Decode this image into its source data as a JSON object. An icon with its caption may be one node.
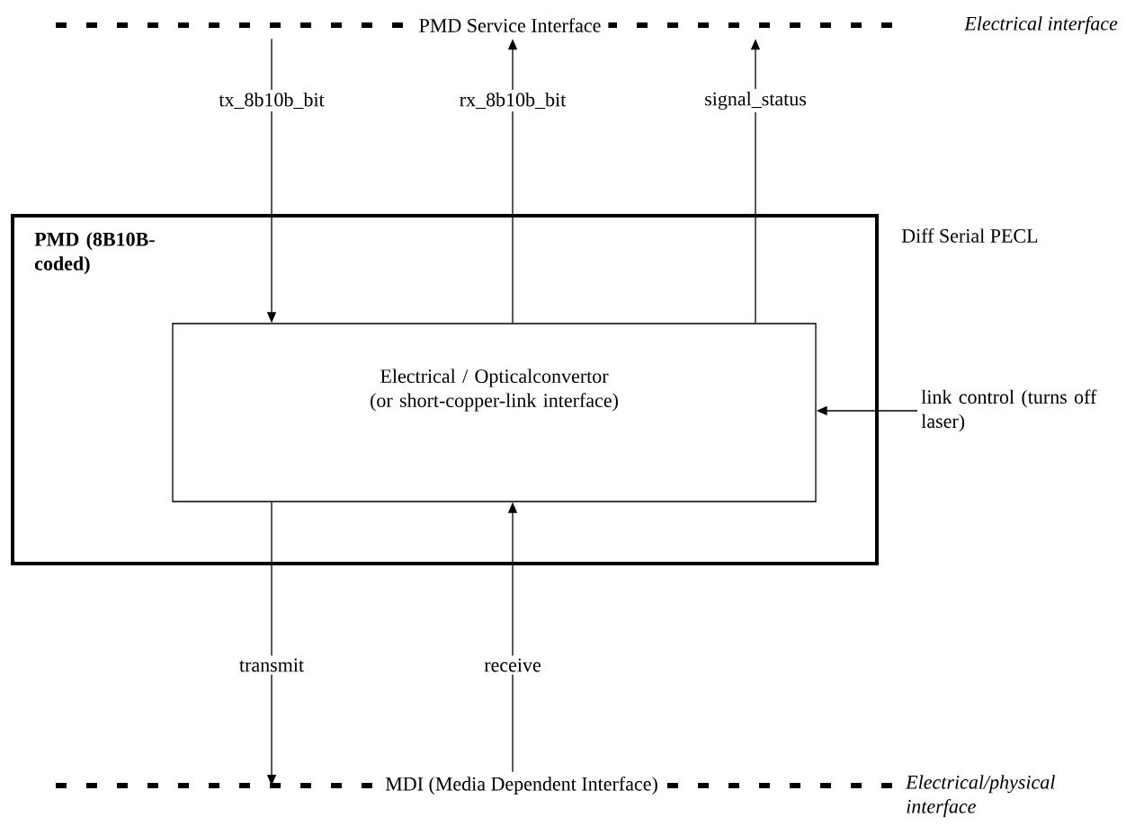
{
  "diagram": {
    "nodes": [
      {
        "text": [
          "PMD (8B10B-coded)"
        ]
      },
      {
        "text": [
          "Electrical / Opticalconvertor (or short-copper-link interface)"
        ],
        "in": 0
      },
      {
        "text": [
          "PMD Service Interface"
        ]
      },
      {
        "text": [
          "MDI (Media Dependent Interface)"
        ]
      },
      {
        "text": [
          "link control (turns off laser)"
        ]
      }
    ],
    "edges": [
      {
        "from": 2,
        "to": 1,
        "arrow": "to",
        "label": "tx_8b10b_bit"
      },
      {
        "from": 1,
        "to": 2,
        "arrow": "to",
        "label": "rx_8b10b_bit"
      },
      {
        "from": 1,
        "to": 2,
        "arrow": "to",
        "label": "signal_status"
      },
      {
        "from": 1,
        "to": 3,
        "arrow": "to",
        "label": "transmit"
      },
      {
        "from": 3,
        "to": 1,
        "arrow": "to",
        "label": "receive"
      },
      {
        "from": 4,
        "to": 1,
        "arrow": "to"
      }
    ],
    "labels": [
      "Electrical interface",
      "Diff Serial PECL",
      "Electrical/physical interface"
    ]
  }
}
